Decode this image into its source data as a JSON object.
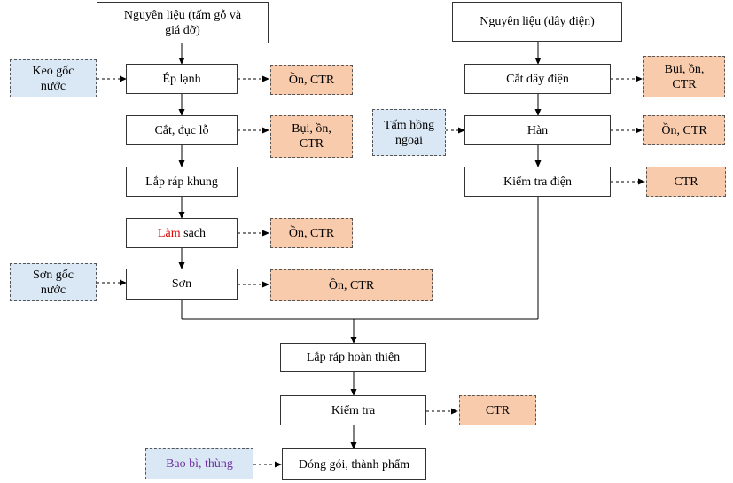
{
  "left": {
    "raw": "Nguyên liệu (tấm gỗ và giá đỡ)",
    "steps": [
      "Ép lạnh",
      "Cắt, đục lỗ",
      "Lắp ráp khung",
      "Làm sạch",
      "Sơn"
    ],
    "lam_sach": {
      "red": "Làm",
      "rest": "sạch"
    },
    "emissions": [
      "Ồn, CTR",
      "Bụi, ồn, CTR",
      "Ồn, CTR",
      "Ồn, CTR"
    ],
    "inputs": [
      "Keo gốc nước",
      "Sơn gốc nước"
    ]
  },
  "right": {
    "raw": "Nguyên liệu (dây điện)",
    "steps": [
      "Cắt dây điện",
      "Hàn",
      "Kiểm tra điện"
    ],
    "emissions": [
      "Bụi, ồn, CTR",
      "Ồn, CTR",
      "CTR"
    ],
    "inputs": [
      "Tấm hồng ngoại"
    ]
  },
  "bottom": {
    "steps": [
      "Lắp ráp hoàn thiện",
      "Kiểm tra",
      "Đóng gói, thành phẩm"
    ],
    "emissions": [
      "CTR"
    ],
    "inputs": [
      "Bao bì, thùng"
    ]
  },
  "colors": {
    "emission_fill": "#f8cbad",
    "input_fill": "#dae8f5",
    "highlight_red": "#e00000",
    "highlight_purple": "#7030a0"
  }
}
